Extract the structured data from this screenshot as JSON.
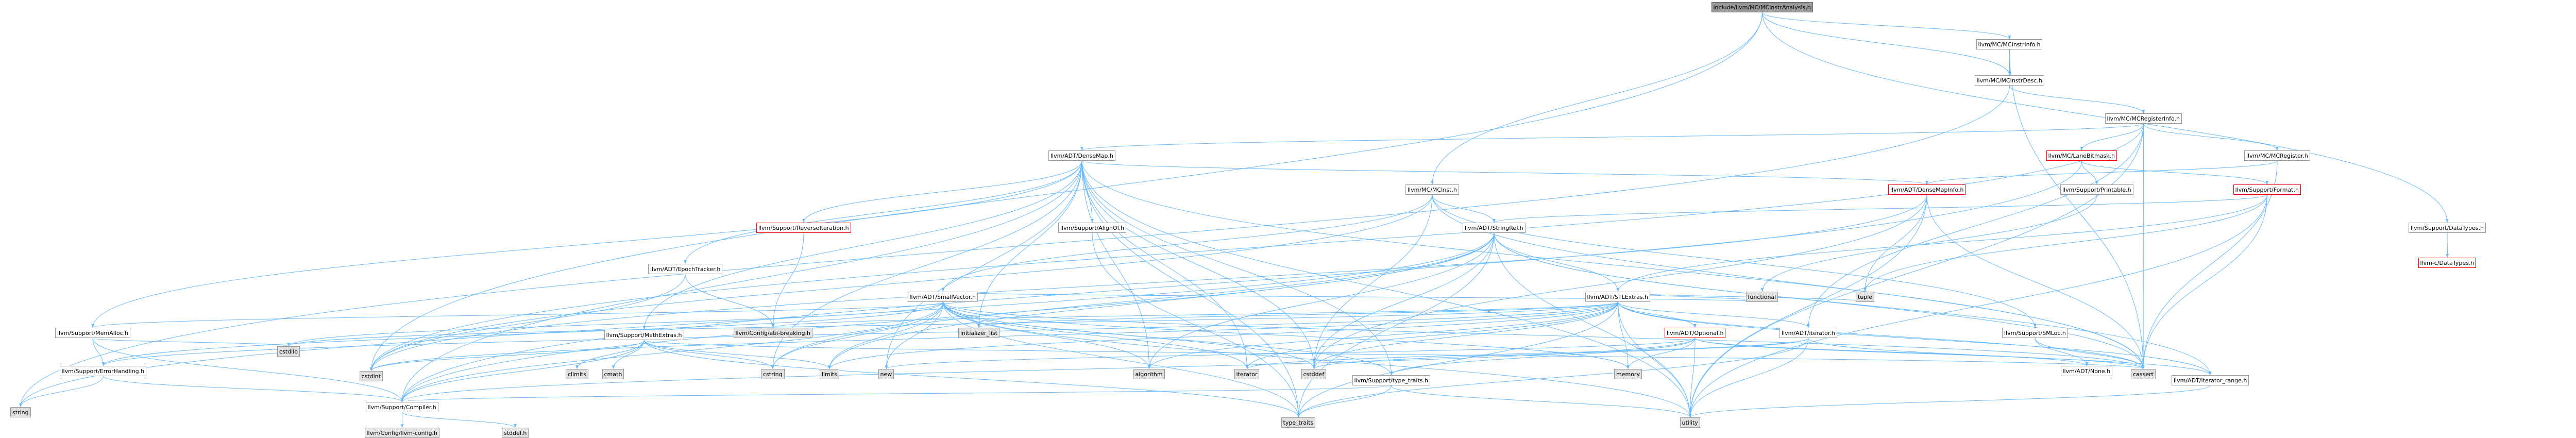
{
  "root": "include/llvm/MC/MCInstrAnalysis.h",
  "nodes": [
    {
      "id": "root",
      "label": "include/llvm/MC/MCInstrAnalysis.h",
      "kind": "root"
    },
    {
      "id": "instrinfo",
      "label": "llvm/MC/MCInstrInfo.h",
      "kind": "link"
    },
    {
      "id": "instrdesc",
      "label": "llvm/MC/MCInstrDesc.h",
      "kind": "link"
    },
    {
      "id": "reginfo",
      "label": "llvm/MC/MCRegisterInfo.h",
      "kind": "link"
    },
    {
      "id": "densemap",
      "label": "llvm/ADT/DenseMap.h",
      "kind": "link"
    },
    {
      "id": "lanebitmask",
      "label": "llvm/MC/LaneBitmask.h",
      "kind": "red"
    },
    {
      "id": "mcregister",
      "label": "llvm/MC/MCRegister.h",
      "kind": "link"
    },
    {
      "id": "mcinst",
      "label": "llvm/MC/MCInst.h",
      "kind": "link"
    },
    {
      "id": "densemapinfo",
      "label": "llvm/ADT/DenseMapInfo.h",
      "kind": "red"
    },
    {
      "id": "printable",
      "label": "llvm/Support/Printable.h",
      "kind": "link"
    },
    {
      "id": "format",
      "label": "llvm/Support/Format.h",
      "kind": "red"
    },
    {
      "id": "reverseiter",
      "label": "llvm/Support/ReverseIteration.h",
      "kind": "red"
    },
    {
      "id": "alignof",
      "label": "llvm/Support/AlignOf.h",
      "kind": "link"
    },
    {
      "id": "stringref",
      "label": "llvm/ADT/StringRef.h",
      "kind": "link"
    },
    {
      "id": "datatypes",
      "label": "llvm/Support/DataTypes.h",
      "kind": "link"
    },
    {
      "id": "cdatatypes",
      "label": "llvm-c/DataTypes.h",
      "kind": "red"
    },
    {
      "id": "epoch",
      "label": "llvm/ADT/EpochTracker.h",
      "kind": "link"
    },
    {
      "id": "smallvector",
      "label": "llvm/ADT/SmallVector.h",
      "kind": "link"
    },
    {
      "id": "stlextras",
      "label": "llvm/ADT/STLExtras.h",
      "kind": "link"
    },
    {
      "id": "optional",
      "label": "llvm/ADT/Optional.h",
      "kind": "red"
    },
    {
      "id": "adtiterator",
      "label": "llvm/ADT/iterator.h",
      "kind": "link"
    },
    {
      "id": "smloc",
      "label": "llvm/Support/SMLoc.h",
      "kind": "link"
    },
    {
      "id": "memalloc",
      "label": "llvm/Support/MemAlloc.h",
      "kind": "link"
    },
    {
      "id": "matheextras",
      "label": "llvm/Support/MathExtras.h",
      "kind": "link"
    },
    {
      "id": "abibreaking",
      "label": "llvm/Config/abi-breaking.h",
      "kind": "ext"
    },
    {
      "id": "errorhandling",
      "label": "llvm/Support/ErrorHandling.h",
      "kind": "link"
    },
    {
      "id": "compiler",
      "label": "llvm/Support/Compiler.h",
      "kind": "link"
    },
    {
      "id": "typetraits_h",
      "label": "llvm/Support/type_traits.h",
      "kind": "link"
    },
    {
      "id": "none",
      "label": "llvm/ADT/None.h",
      "kind": "link"
    },
    {
      "id": "iterrange",
      "label": "llvm/ADT/iterator_range.h",
      "kind": "link"
    },
    {
      "id": "llvmconfig",
      "label": "llvm/Config/llvm-config.h",
      "kind": "ext"
    },
    {
      "id": "stddef_h",
      "label": "stddef.h",
      "kind": "ext"
    },
    {
      "id": "string",
      "label": "string",
      "kind": "ext"
    },
    {
      "id": "cstdlib",
      "label": "cstdlib",
      "kind": "ext"
    },
    {
      "id": "cstdint",
      "label": "cstdint",
      "kind": "ext"
    },
    {
      "id": "cstring",
      "label": "cstring",
      "kind": "ext"
    },
    {
      "id": "climits",
      "label": "climits",
      "kind": "ext"
    },
    {
      "id": "cmath",
      "label": "cmath",
      "kind": "ext"
    },
    {
      "id": "limits",
      "label": "limits",
      "kind": "ext"
    },
    {
      "id": "new",
      "label": "new",
      "kind": "ext"
    },
    {
      "id": "initlist",
      "label": "initializer_list",
      "kind": "ext"
    },
    {
      "id": "algorithm",
      "label": "algorithm",
      "kind": "ext"
    },
    {
      "id": "iterator",
      "label": "iterator",
      "kind": "ext"
    },
    {
      "id": "cstddef",
      "label": "cstddef",
      "kind": "ext"
    },
    {
      "id": "memory",
      "label": "memory",
      "kind": "ext"
    },
    {
      "id": "typetraits",
      "label": "type_traits",
      "kind": "ext"
    },
    {
      "id": "utility",
      "label": "utility",
      "kind": "ext"
    },
    {
      "id": "cassert",
      "label": "cassert",
      "kind": "ext"
    },
    {
      "id": "functional",
      "label": "functional",
      "kind": "ext"
    },
    {
      "id": "tuple",
      "label": "tuple",
      "kind": "ext"
    }
  ],
  "edges": [
    [
      "root",
      "instrinfo"
    ],
    [
      "root",
      "instrdesc"
    ],
    [
      "root",
      "mcinst"
    ],
    [
      "root",
      "cstdint"
    ],
    [
      "root",
      "datatypes"
    ],
    [
      "instrinfo",
      "instrdesc"
    ],
    [
      "instrinfo",
      "cassert"
    ],
    [
      "instrdesc",
      "reginfo"
    ],
    [
      "instrdesc",
      "string"
    ],
    [
      "reginfo",
      "densemap"
    ],
    [
      "reginfo",
      "adtiterator"
    ],
    [
      "reginfo",
      "lanebitmask"
    ],
    [
      "reginfo",
      "mcregister"
    ],
    [
      "reginfo",
      "cassert"
    ],
    [
      "reginfo",
      "cstdint"
    ],
    [
      "reginfo",
      "utility"
    ],
    [
      "densemap",
      "densemapinfo"
    ],
    [
      "densemap",
      "epoch"
    ],
    [
      "densemap",
      "alignof"
    ],
    [
      "densemap",
      "compiler"
    ],
    [
      "densemap",
      "matheextras"
    ],
    [
      "densemap",
      "memalloc"
    ],
    [
      "densemap",
      "reverseiter"
    ],
    [
      "densemap",
      "typetraits_h"
    ],
    [
      "densemap",
      "algorithm"
    ],
    [
      "densemap",
      "cassert"
    ],
    [
      "densemap",
      "cstddef"
    ],
    [
      "densemap",
      "cstring"
    ],
    [
      "densemap",
      "initlist"
    ],
    [
      "densemap",
      "iterator"
    ],
    [
      "densemap",
      "new"
    ],
    [
      "densemap",
      "typetraits"
    ],
    [
      "densemap",
      "utility"
    ],
    [
      "lanebitmask",
      "compiler"
    ],
    [
      "lanebitmask",
      "format"
    ],
    [
      "lanebitmask",
      "printable"
    ],
    [
      "mcregister",
      "densemapinfo"
    ],
    [
      "mcregister",
      "cassert"
    ],
    [
      "mcinst",
      "smallvector"
    ],
    [
      "mcinst",
      "stringref"
    ],
    [
      "mcinst",
      "smloc"
    ],
    [
      "mcinst",
      "cassert"
    ],
    [
      "mcinst",
      "cstddef"
    ],
    [
      "mcinst",
      "cstdint"
    ],
    [
      "densemapinfo",
      "cassert"
    ],
    [
      "densemapinfo",
      "cstddef"
    ],
    [
      "densemapinfo",
      "cstdint"
    ],
    [
      "densemapinfo",
      "tuple"
    ],
    [
      "densemapinfo",
      "utility"
    ],
    [
      "printable",
      "functional"
    ],
    [
      "format",
      "stlextras"
    ],
    [
      "format",
      "stringref"
    ],
    [
      "format",
      "cassert"
    ],
    [
      "format",
      "cstdio"
    ],
    [
      "format",
      "tuple"
    ],
    [
      "format",
      "utility"
    ],
    [
      "reverseiter",
      "abibreaking"
    ],
    [
      "alignof",
      "typetraits"
    ],
    [
      "stringref",
      "stlextras"
    ],
    [
      "stringref",
      "iterrange"
    ],
    [
      "stringref",
      "compiler"
    ],
    [
      "stringref",
      "algorithm"
    ],
    [
      "stringref",
      "cassert"
    ],
    [
      "stringref",
      "cstddef"
    ],
    [
      "stringref",
      "cstring"
    ],
    [
      "stringref",
      "limits"
    ],
    [
      "stringref",
      "string"
    ],
    [
      "stringref",
      "typetraits"
    ],
    [
      "stringref",
      "utility"
    ],
    [
      "datatypes",
      "cdatatypes"
    ],
    [
      "epoch",
      "abibreaking"
    ],
    [
      "epoch",
      "cstdint"
    ],
    [
      "smallvector",
      "compiler"
    ],
    [
      "smallvector",
      "errorhandling"
    ],
    [
      "smallvector",
      "memalloc"
    ],
    [
      "smallvector",
      "typetraits_h"
    ],
    [
      "smallvector",
      "algorithm"
    ],
    [
      "smallvector",
      "cassert"
    ],
    [
      "smallvector",
      "cstddef"
    ],
    [
      "smallvector",
      "cstdlib"
    ],
    [
      "smallvector",
      "cstring"
    ],
    [
      "smallvector",
      "functional"
    ],
    [
      "smallvector",
      "initlist"
    ],
    [
      "smallvector",
      "iterator"
    ],
    [
      "smallvector",
      "limits"
    ],
    [
      "smallvector",
      "memory"
    ],
    [
      "smallvector",
      "new"
    ],
    [
      "smallvector",
      "typetraits"
    ],
    [
      "smallvector",
      "utility"
    ],
    [
      "stlextras",
      "optional"
    ],
    [
      "stlextras",
      "adtiterator"
    ],
    [
      "stlextras",
      "iterrange"
    ],
    [
      "stlextras",
      "abibreaking"
    ],
    [
      "stlextras",
      "errorhandling"
    ],
    [
      "stlextras",
      "algorithm"
    ],
    [
      "stlextras",
      "cassert"
    ],
    [
      "stlextras",
      "cstddef"
    ],
    [
      "stlextras",
      "cstdint"
    ],
    [
      "stlextras",
      "cstdlib"
    ],
    [
      "stlextras",
      "functional"
    ],
    [
      "stlextras",
      "initlist"
    ],
    [
      "stlextras",
      "iterator"
    ],
    [
      "stlextras",
      "limits"
    ],
    [
      "stlextras",
      "memory"
    ],
    [
      "stlextras",
      "tuple"
    ],
    [
      "stlextras",
      "typetraits"
    ],
    [
      "stlextras",
      "utility"
    ],
    [
      "optional",
      "none"
    ],
    [
      "optional",
      "compiler"
    ],
    [
      "optional",
      "typetraits_h"
    ],
    [
      "optional",
      "cassert"
    ],
    [
      "optional",
      "memory"
    ],
    [
      "optional",
      "new"
    ],
    [
      "optional",
      "utility"
    ],
    [
      "adtiterator",
      "iterrange"
    ],
    [
      "adtiterator",
      "cstddef"
    ],
    [
      "adtiterator",
      "iterator"
    ],
    [
      "adtiterator",
      "typetraits"
    ],
    [
      "adtiterator",
      "utility"
    ],
    [
      "smloc",
      "none"
    ],
    [
      "smloc",
      "cassert"
    ],
    [
      "memalloc",
      "compiler"
    ],
    [
      "memalloc",
      "errorhandling"
    ],
    [
      "memalloc",
      "cstdlib"
    ],
    [
      "matheextras",
      "compiler"
    ],
    [
      "matheextras",
      "cassert"
    ],
    [
      "matheextras",
      "climits"
    ],
    [
      "matheextras",
      "cmath"
    ],
    [
      "matheextras",
      "cstdint"
    ],
    [
      "matheextras",
      "cstring"
    ],
    [
      "matheextras",
      "limits"
    ],
    [
      "matheextras",
      "typetraits"
    ],
    [
      "errorhandling",
      "compiler"
    ],
    [
      "errorhandling",
      "string"
    ],
    [
      "compiler",
      "llvmconfig"
    ],
    [
      "compiler",
      "stddef_h"
    ],
    [
      "typetraits_h",
      "compiler"
    ],
    [
      "typetraits_h",
      "typetraits"
    ],
    [
      "typetraits_h",
      "utility"
    ],
    [
      "iterrange",
      "utility"
    ]
  ]
}
